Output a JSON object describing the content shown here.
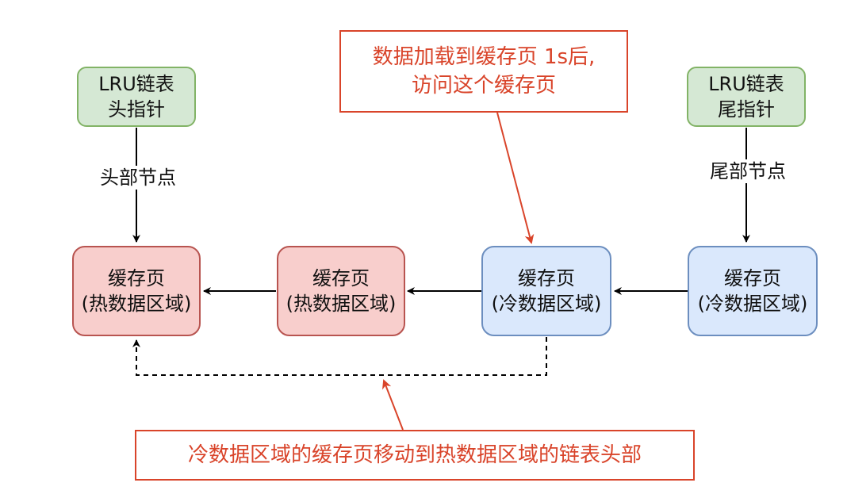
{
  "nodes": {
    "head_ptr": {
      "line1": "LRU链表",
      "line2": "头指针"
    },
    "tail_ptr": {
      "line1": "LRU链表",
      "line2": "尾指针"
    },
    "page1": {
      "line1": "缓存页",
      "line2": "(热数据区域)"
    },
    "page2": {
      "line1": "缓存页",
      "line2": "(热数据区域)"
    },
    "page3": {
      "line1": "缓存页",
      "line2": "(冷数据区域)"
    },
    "page4": {
      "line1": "缓存页",
      "line2": "(冷数据区域)"
    }
  },
  "edges": {
    "head_label": "头部节点",
    "tail_label": "尾部节点"
  },
  "notes": {
    "top_line1": "数据加载到缓存页 1s后,",
    "top_line2": "访问这个缓存页",
    "bottom": "冷数据区域的缓存页移动到热数据区域的链表头部"
  },
  "colors": {
    "green_fill": "#d5e8d4",
    "green_stroke": "#82b366",
    "red_fill": "#f8cecc",
    "red_stroke": "#b85450",
    "blue_fill": "#dae8fc",
    "blue_stroke": "#6c8ebf",
    "annotation": "#d9442a"
  }
}
